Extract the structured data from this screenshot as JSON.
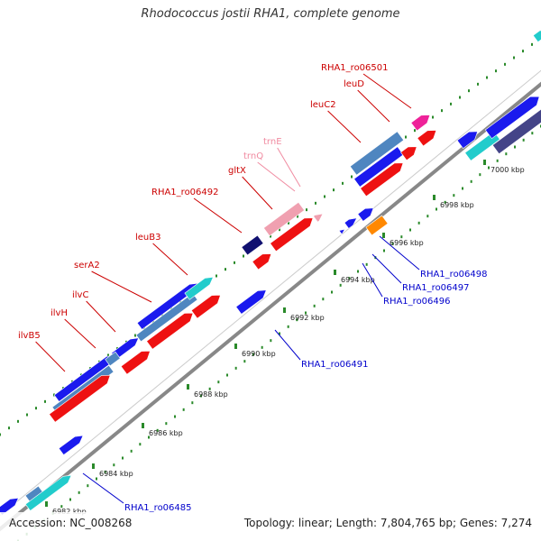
{
  "title": "Rhodococcus jostii RHA1, complete genome",
  "footer": {
    "accession": "Accession: NC_008268",
    "stats": "Topology: linear; Length: 7,804,765 bp; Genes: 7,274"
  },
  "colors": {
    "backbone": "#888888",
    "tick": "#2a8a2a",
    "label_red": "#cc0000",
    "label_pink": "#f08aa0",
    "label_blue": "#0000cc"
  },
  "tick_labels": [
    "6982 kbp",
    "6984 kbp",
    "6986 kbp",
    "6988 kbp",
    "6990 kbp",
    "6992 kbp",
    "6994 kbp",
    "6996 kbp",
    "6998 kbp",
    "7000 kbp"
  ],
  "top_labels": [
    {
      "text": "ilvB5",
      "color": "red"
    },
    {
      "text": "ilvH",
      "color": "red"
    },
    {
      "text": "ilvC",
      "color": "red"
    },
    {
      "text": "serA2",
      "color": "red"
    },
    {
      "text": "leuB3",
      "color": "red"
    },
    {
      "text": "RHA1_ro06492",
      "color": "red"
    },
    {
      "text": "gltX",
      "color": "red"
    },
    {
      "text": "trnQ",
      "color": "pink"
    },
    {
      "text": "trnE",
      "color": "pink"
    },
    {
      "text": "leuC2",
      "color": "red"
    },
    {
      "text": "leuD",
      "color": "red"
    },
    {
      "text": "RHA1_ro06501",
      "color": "red"
    }
  ],
  "bottom_labels": [
    {
      "text": "RHA1_ro06485",
      "color": "blue"
    },
    {
      "text": "RHA1_ro06491",
      "color": "blue"
    },
    {
      "text": "RHA1_ro06496",
      "color": "blue"
    },
    {
      "text": "RHA1_ro06497",
      "color": "blue"
    },
    {
      "text": "RHA1_ro06498",
      "color": "blue"
    }
  ],
  "feature_colors": {
    "gene_blue": "#1a1aee",
    "cds_red": "#ee1111",
    "steel": "#4f86c0",
    "cyan": "#22cccc",
    "navy": "#101070",
    "pink_rna": "#f0a0b0",
    "orange": "#ff8800",
    "magenta": "#ee2299",
    "slate": "#444488"
  }
}
